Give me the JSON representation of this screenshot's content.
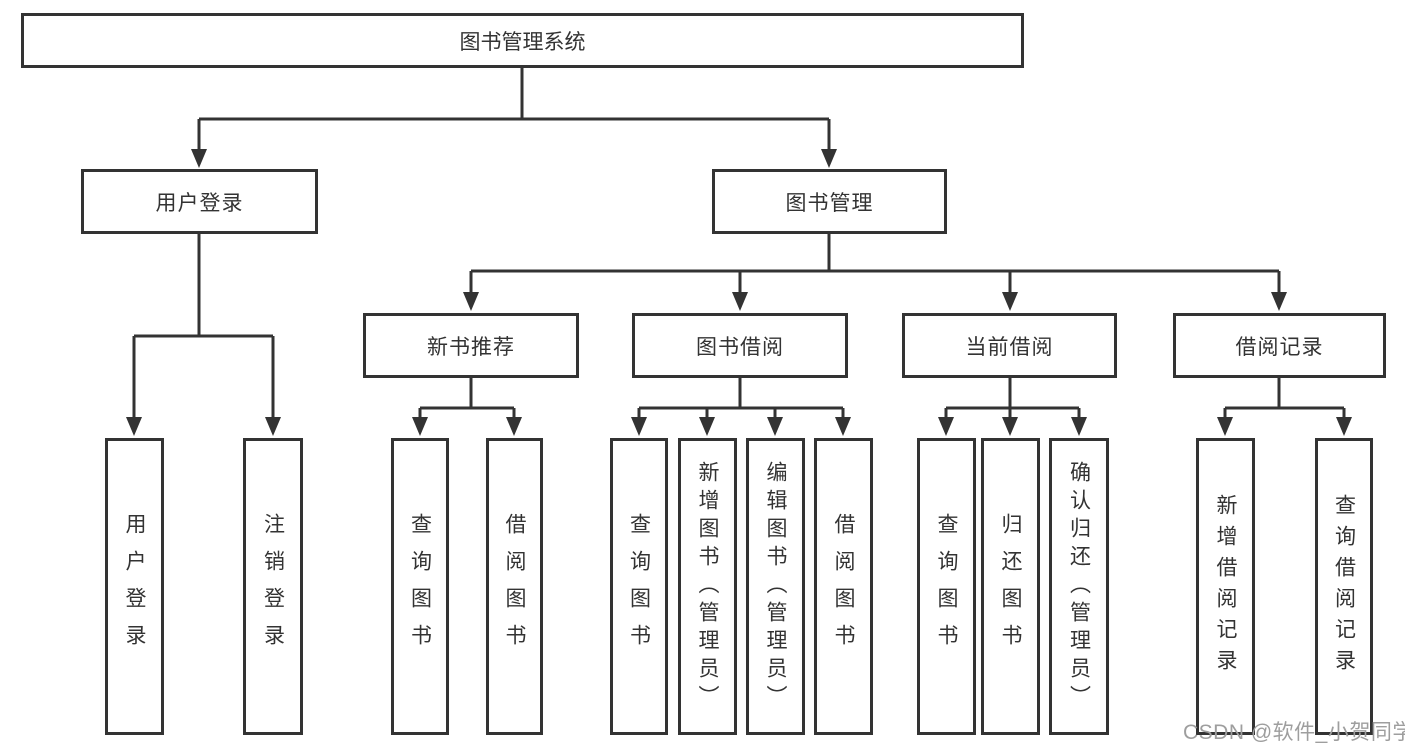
{
  "title": {
    "root": "图书管理系统"
  },
  "level2": {
    "user_login": "用户登录",
    "book_management": "图书管理"
  },
  "level3": {
    "new_book_recommend": "新书推荐",
    "book_borrowing": "图书借阅",
    "current_borrowing": "当前借阅",
    "borrow_records": "借阅记录"
  },
  "leaves": {
    "user_login": "用户登录",
    "logout": "注销登录",
    "query_books_1": "查询图书",
    "borrow_books_1": "借阅图书",
    "query_books_2": "查询图书",
    "add_book_admin": "新增图书（管理员）",
    "edit_book_admin": "编辑图书（管理员）",
    "borrow_books_2": "借阅图书",
    "query_books_3": "查询图书",
    "return_books": "归还图书",
    "confirm_return_admin": "确认归还（管理员）",
    "add_borrow_record": "新增借阅记录",
    "query_borrow_record": "查询借阅记录"
  },
  "watermark": "CSDN @软件_小贺同学",
  "colors": {
    "line": "#333333",
    "border": "#333333",
    "text": "#333333",
    "watermark": "#9e9e9e",
    "background": "#ffffff"
  }
}
